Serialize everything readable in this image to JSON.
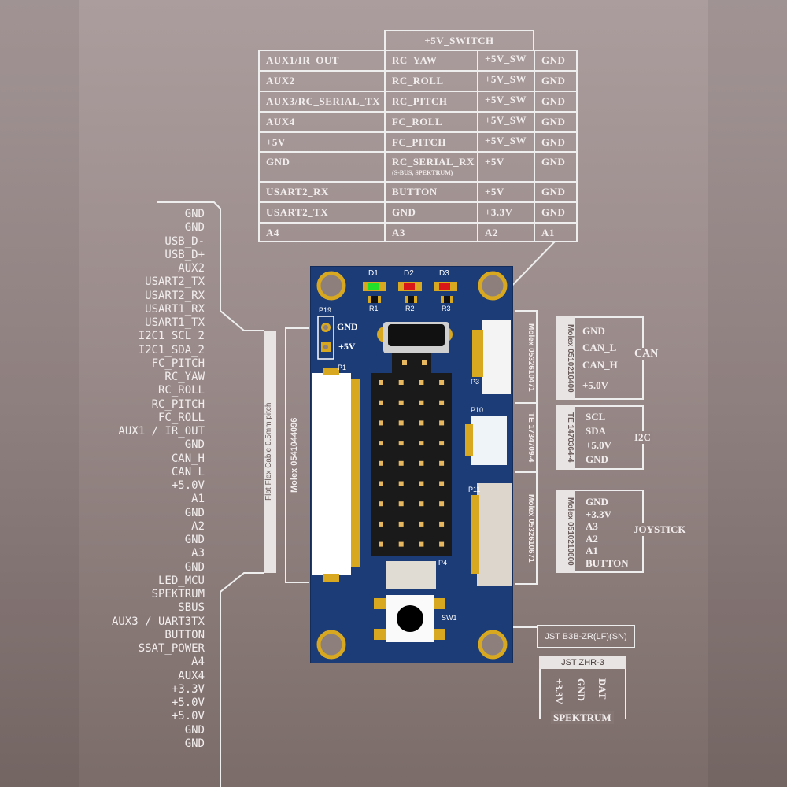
{
  "table": {
    "header": "+5V_SWITCH",
    "rows": [
      [
        "AUX1/IR_OUT",
        "RC_YAW",
        "+5V_SW",
        "GND"
      ],
      [
        "AUX2",
        "RC_ROLL",
        "+5V_SW",
        "GND"
      ],
      [
        "AUX3/RC_SERIAL_TX",
        "RC_PITCH",
        "+5V_SW",
        "GND"
      ],
      [
        "AUX4",
        "FC_ROLL",
        "+5V_SW",
        "GND"
      ],
      [
        "+5V",
        "FC_PITCH",
        "+5V_SW",
        "GND"
      ],
      [
        "GND",
        "RC_SERIAL_RX",
        "+5V",
        "GND"
      ],
      [
        "USART2_RX",
        "BUTTON",
        "+5V",
        "GND"
      ],
      [
        "USART2_TX",
        "GND",
        "+3.3V",
        "GND"
      ],
      [
        "A4",
        "A3",
        "A2",
        "A1"
      ]
    ],
    "rc_serial_note": "(S-BUS, SPEKTRUM)"
  },
  "flex_pins": [
    "GND",
    "GND",
    "USB_D-",
    "USB_D+",
    "AUX2",
    "USART2_TX",
    "USART2_RX",
    "USART1_RX",
    "USART1_TX",
    "I2C1_SCL_2",
    "I2C1_SDA_2",
    "FC_PITCH",
    "RC_YAW",
    "RC_ROLL",
    "RC_PITCH",
    "FC_ROLL",
    "AUX1 / IR_OUT",
    "GND",
    "CAN_H",
    "CAN_L",
    "+5.0V",
    "A1",
    "GND",
    "A2",
    "GND",
    "A3",
    "GND",
    "LED_MCU",
    "SPEKTRUM",
    "SBUS",
    "AUX3 / UART3TX",
    "BUTTON",
    "SSAT_POWER",
    "A4",
    "AUX4",
    "+3.3V",
    "+5.0V",
    "+5.0V",
    "GND",
    "GND"
  ],
  "flex_cable_label": "Flat Flex Cable 0.5mm pitch",
  "p1_part": "Molex 0541044096",
  "pcb": {
    "leds": [
      "D1",
      "D2",
      "D3"
    ],
    "resistors": [
      "R1",
      "R2",
      "R3"
    ],
    "led_colors": [
      "#22e02a",
      "#d81818",
      "#d81818"
    ],
    "p19": "P19",
    "p19_pins": [
      "GND",
      "+5V"
    ],
    "p1": "P1",
    "p3": "P3",
    "p10": "P10",
    "p11": "P11",
    "p4": "P4",
    "sw1": "SW1"
  },
  "right_parts": [
    "Molex 0532610471",
    "TE 1734709-4",
    "Molex 0532610671"
  ],
  "can": {
    "part": "Molex 0510210400",
    "pins": [
      "GND",
      "CAN_L",
      "CAN_H",
      "+5.0V"
    ],
    "title": "CAN"
  },
  "i2c": {
    "part": "TE 1470364-4",
    "pins": [
      "SCL",
      "SDA",
      "+5.0V",
      "GND"
    ],
    "title": "I2C"
  },
  "joystick": {
    "part": "Molex 0510210600",
    "pins": [
      "GND",
      "+3.3V",
      "A3",
      "A2",
      "A1",
      "BUTTON"
    ],
    "title": "JOYSTICK"
  },
  "jst_b3b": "JST B3B-ZR(LF)(SN)",
  "spektrum": {
    "part": "JST ZHR-3",
    "pins": [
      "+3.3V",
      "GND",
      "DAT"
    ],
    "title": "SPEKTRUM"
  }
}
